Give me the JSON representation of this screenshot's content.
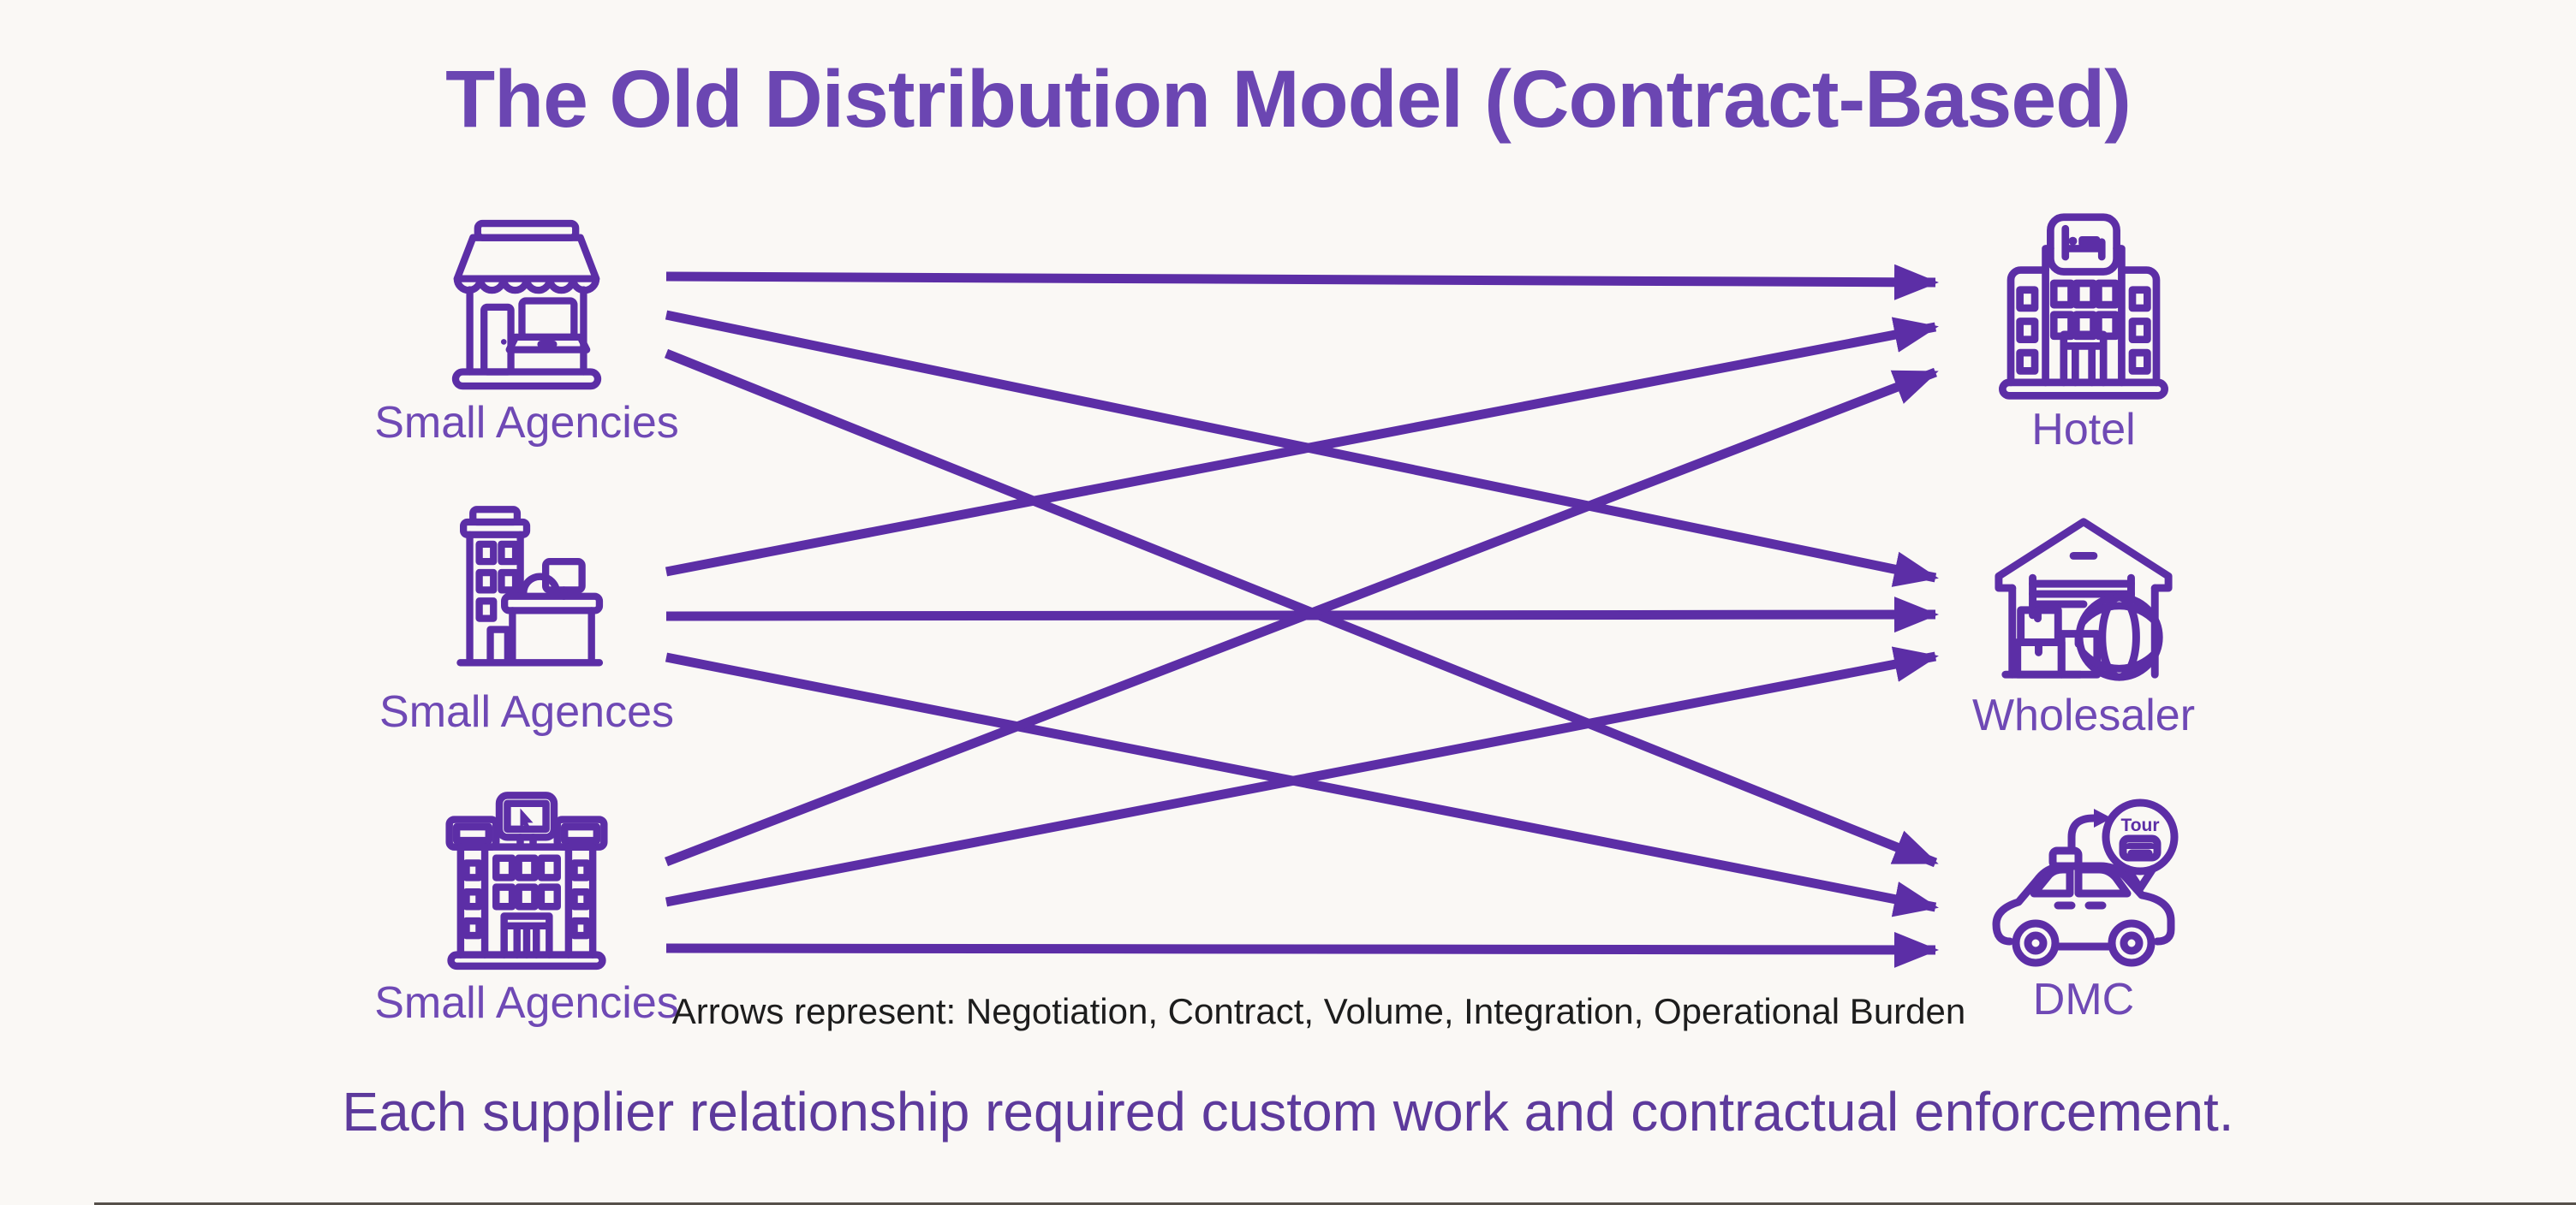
{
  "title": "The Old Distribution Model (Contract-Based)",
  "left_column": {
    "nodes": [
      {
        "label": "Small Agencies",
        "icon": "storefront-icon"
      },
      {
        "label": "Small Agences",
        "icon": "office-reception-icon"
      },
      {
        "label": "Small Agencies",
        "icon": "agency-hq-icon"
      }
    ]
  },
  "right_column": {
    "nodes": [
      {
        "label": "Hotel",
        "icon": "hotel-icon"
      },
      {
        "label": "Wholesaler",
        "icon": "warehouse-globe-icon"
      },
      {
        "label": "DMC",
        "icon": "tour-car-icon"
      }
    ]
  },
  "dmc_icon": {
    "pin_label": "Tour"
  },
  "arrows_note": "Arrows represent: Negotiation, Contract, Volume, Integration, Operational Burden",
  "arrow_meanings": [
    "Negotiation",
    "Contract",
    "Volume",
    "Integration",
    "Operational Burden"
  ],
  "caption": "Each supplier relationship required custom work and contractual enforcement.",
  "connections": [
    {
      "from": "Small Agencies",
      "to": "Hotel",
      "from_index": 0,
      "to_index": 0
    },
    {
      "from": "Small Agencies",
      "to": "Wholesaler",
      "from_index": 0,
      "to_index": 1
    },
    {
      "from": "Small Agencies",
      "to": "DMC",
      "from_index": 0,
      "to_index": 2
    },
    {
      "from": "Small Agences",
      "to": "Hotel",
      "from_index": 1,
      "to_index": 0
    },
    {
      "from": "Small Agences",
      "to": "Wholesaler",
      "from_index": 1,
      "to_index": 1
    },
    {
      "from": "Small Agences",
      "to": "DMC",
      "from_index": 1,
      "to_index": 2
    },
    {
      "from": "Small Agencies",
      "to": "Hotel",
      "from_index": 2,
      "to_index": 0
    },
    {
      "from": "Small Agencies",
      "to": "Wholesaler",
      "from_index": 2,
      "to_index": 1
    },
    {
      "from": "Small Agencies",
      "to": "DMC",
      "from_index": 2,
      "to_index": 2
    }
  ],
  "colors": {
    "background": "#faf8f5",
    "line_purple": "#5c2ea6",
    "title_purple": "#6b46b2",
    "label_purple": "#6f49b5",
    "note_text": "#1d1d1d",
    "caption_purple": "#5d3a9c"
  }
}
